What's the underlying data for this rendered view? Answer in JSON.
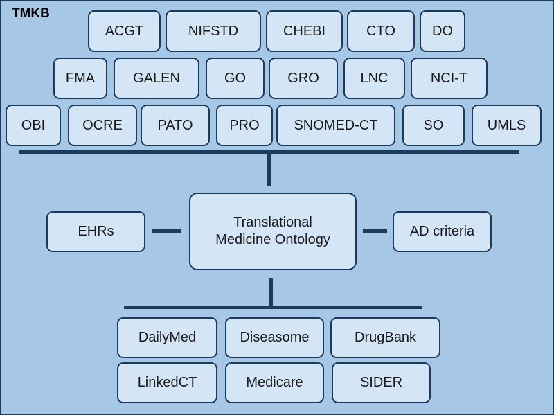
{
  "title": "TMKB",
  "ontologies_row1": [
    "ACGT",
    "NIFSTD",
    "CHEBI",
    "CTO",
    "DO"
  ],
  "ontologies_row2": [
    "FMA",
    "GALEN",
    "GO",
    "GRO",
    "LNC",
    "NCI-T"
  ],
  "ontologies_row3": [
    "OBI",
    "OCRE",
    "PATO",
    "PRO",
    "SNOMED-CT",
    "SO",
    "UMLS"
  ],
  "center": {
    "line1": "Translational",
    "line2": "Medicine Ontology"
  },
  "left_node": "EHRs",
  "right_node": "AD criteria",
  "datasets_row1": [
    "DailyMed",
    "Diseasome",
    "DrugBank"
  ],
  "datasets_row2": [
    "LinkedCT",
    "Medicare",
    "SIDER"
  ]
}
